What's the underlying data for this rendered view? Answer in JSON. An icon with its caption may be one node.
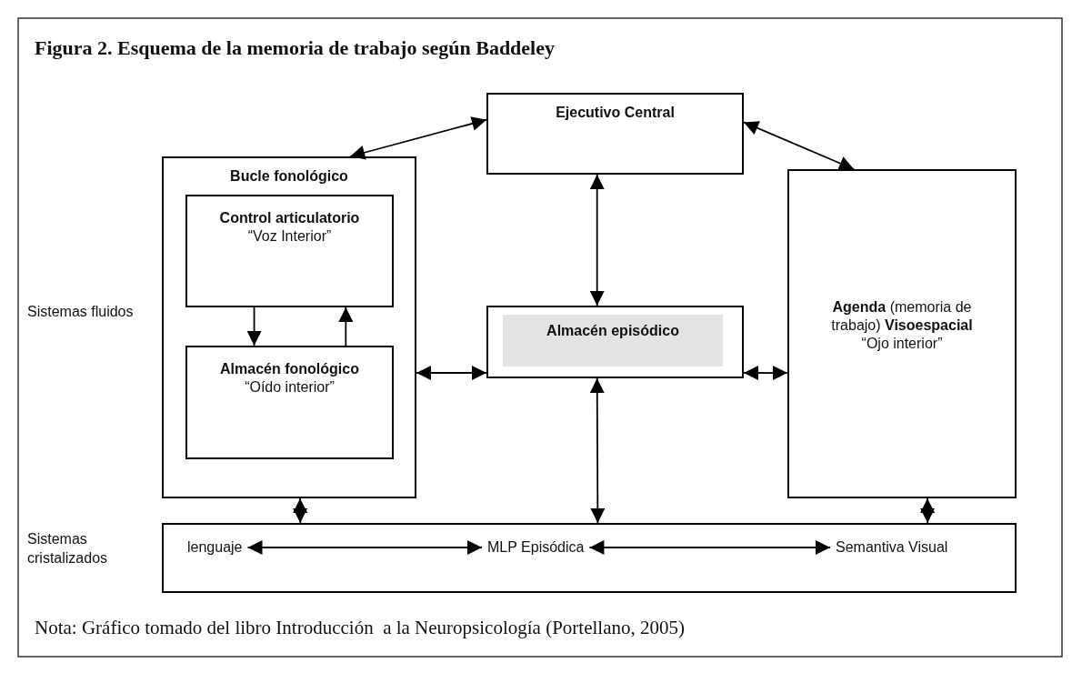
{
  "diagram": {
    "title": "Figura 2. Esquema de la memoria de trabajo según Baddeley",
    "caption": "Nota: Gráfico tomado del libro Introducción  a la Neuropsicología (Portellano, 2005)",
    "nodes": [
      {
        "text": [
          "Ejecutivo Central"
        ]
      },
      {
        "text": [
          "Bucle fonológico"
        ]
      },
      {
        "text": [
          "Control articulatorio",
          "“Voz Interior”"
        ],
        "in": 1
      },
      {
        "text": [
          "Almacén fonológico",
          "“Oído interior”"
        ],
        "in": 1
      },
      {
        "text": [
          "Almacén episódico"
        ]
      },
      {
        "text": [
          "**Agenda** (memoria de trabajo) **Visoespacial**",
          "“Ojo interior”"
        ]
      },
      {
        "text": [],
        "shape": "box"
      },
      {
        "text": [
          "lenguaje"
        ],
        "in": 6
      },
      {
        "text": [
          "MLP Episódica"
        ],
        "in": 6
      },
      {
        "text": [
          "Semantiva Visual"
        ],
        "in": 6
      }
    ],
    "edges": [
      {
        "from": 0,
        "to": 1,
        "arrow": "both"
      },
      {
        "from": 0,
        "to": 5,
        "arrow": "both"
      },
      {
        "from": 0,
        "to": 4,
        "arrow": "both"
      },
      {
        "from": 2,
        "to": 3,
        "arrow": "to"
      },
      {
        "from": 3,
        "to": 2,
        "arrow": "to"
      },
      {
        "from": 1,
        "to": 4,
        "arrow": "both"
      },
      {
        "from": 4,
        "to": 5,
        "arrow": "both"
      },
      {
        "from": 1,
        "to": 6,
        "arrow": "both"
      },
      {
        "from": 4,
        "to": 6,
        "arrow": "both"
      },
      {
        "from": 5,
        "to": 6,
        "arrow": "both"
      },
      {
        "from": 7,
        "to": 8,
        "arrow": "both"
      },
      {
        "from": 8,
        "to": 9,
        "arrow": "both"
      }
    ],
    "labels": [
      "Sistemas fluidos",
      "Sistemas cristalizados"
    ]
  }
}
